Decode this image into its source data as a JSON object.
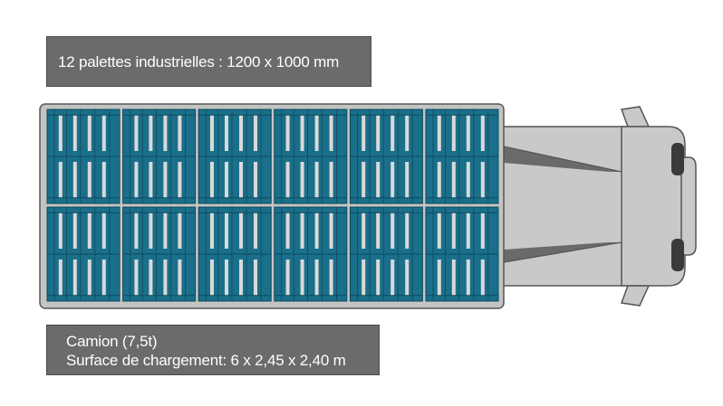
{
  "title": "12 palettes industrielles : 1200 x 1000 mm",
  "caption": {
    "line1": "Camion (7,5t)",
    "line2": "Surface de chargement: 6 x 2,45 x 2,40 m"
  },
  "pallets": {
    "rows": 2,
    "columns": 6,
    "count": 12
  },
  "colors": {
    "pallet": "#1a6f8a",
    "pallet_gap": "#c7c7c7",
    "bed": "#c4c4c4",
    "cab": "#c9c9c9",
    "shadow": "#6a6a6a",
    "label_bg": "#6b6b6b"
  }
}
